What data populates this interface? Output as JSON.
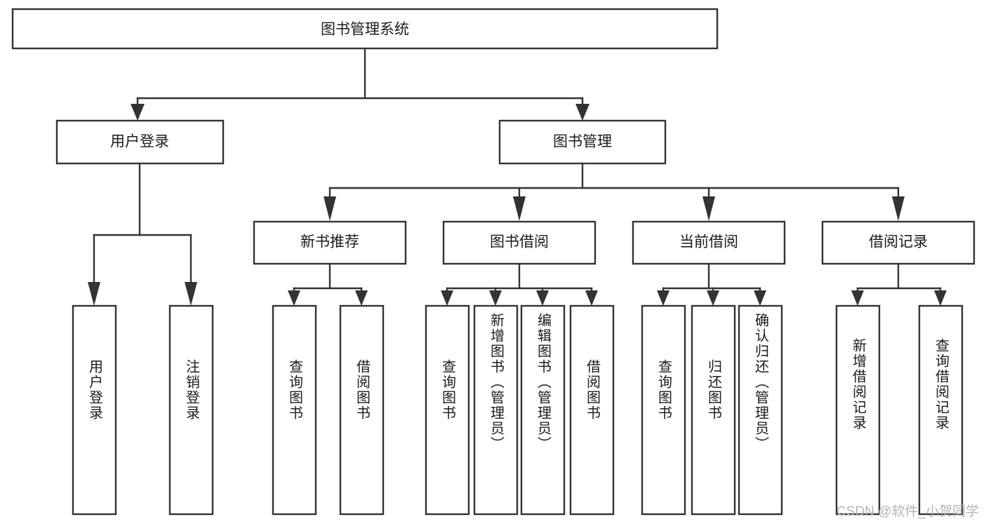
{
  "diagram": {
    "type": "tree",
    "orientation": "top-down",
    "root": {
      "id": "root",
      "label": "图书管理系统"
    },
    "level2": [
      {
        "id": "user-login",
        "label": "用户登录"
      },
      {
        "id": "book-manage",
        "label": "图书管理"
      }
    ],
    "level3": [
      {
        "id": "new-book-recommend",
        "label": "新书推荐",
        "parent": "book-manage"
      },
      {
        "id": "book-borrow",
        "label": "图书借阅",
        "parent": "book-manage"
      },
      {
        "id": "current-borrow",
        "label": "当前借阅",
        "parent": "book-manage"
      },
      {
        "id": "borrow-record",
        "label": "借阅记录",
        "parent": "book-manage"
      }
    ],
    "leaves": [
      {
        "id": "leaf-user-login",
        "label": "用户登录",
        "parent": "user-login"
      },
      {
        "id": "leaf-logout-login",
        "label": "注销登录",
        "parent": "user-login"
      },
      {
        "id": "leaf-query-book-1",
        "label": "查询图书",
        "parent": "new-book-recommend"
      },
      {
        "id": "leaf-borrow-book-1",
        "label": "借阅图书",
        "parent": "new-book-recommend"
      },
      {
        "id": "leaf-query-book-2",
        "label": "查询图书",
        "parent": "book-borrow"
      },
      {
        "id": "leaf-add-book",
        "label": "新增图书（管理员）",
        "parent": "book-borrow"
      },
      {
        "id": "leaf-edit-book",
        "label": "编辑图书（管理员）",
        "parent": "book-borrow"
      },
      {
        "id": "leaf-borrow-book-2",
        "label": "借阅图书",
        "parent": "book-borrow"
      },
      {
        "id": "leaf-query-book-3",
        "label": "查询图书",
        "parent": "current-borrow"
      },
      {
        "id": "leaf-return-book",
        "label": "归还图书",
        "parent": "current-borrow"
      },
      {
        "id": "leaf-confirm-return",
        "label": "确认归还（管理员）",
        "parent": "current-borrow"
      },
      {
        "id": "leaf-add-record",
        "label": "新增借阅记录",
        "parent": "borrow-record"
      },
      {
        "id": "leaf-query-record",
        "label": "查询借阅记录",
        "parent": "borrow-record"
      }
    ],
    "colors": {
      "stroke": "#333333",
      "fill": "#ffffff",
      "text": "#1b1b1b",
      "watermark": "#b4b4b4",
      "background": "#ffffff"
    }
  },
  "watermark": {
    "text": "CSDN @软件_小贺同学"
  }
}
